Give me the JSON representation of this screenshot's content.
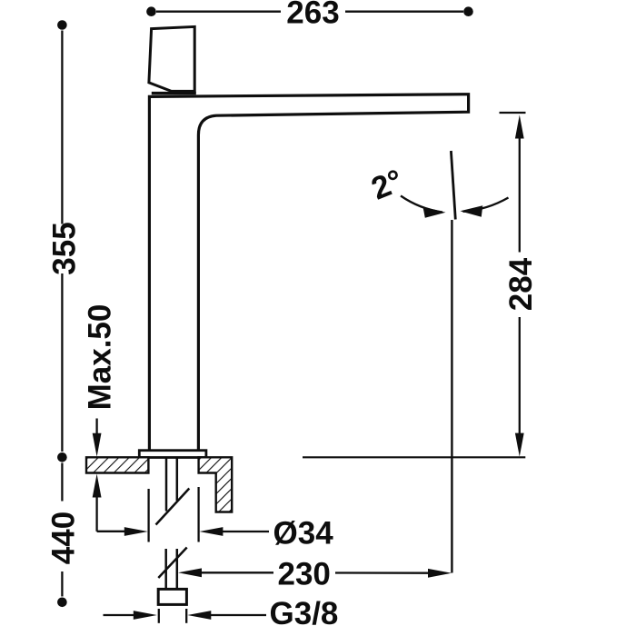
{
  "drawing": {
    "type": "technical-dimension-diagram",
    "subject": "tall single-lever basin mixer tap, side elevation with installation dimensions",
    "colors": {
      "line": "#0e0e0e",
      "background": "#ffffff"
    },
    "labels": {
      "top_width": "263",
      "height_above_deck": "355",
      "max_deck_thickness": "Max.50",
      "total_height": "440",
      "spout_outlet_height": "284",
      "spout_angle": "2°",
      "hole_diameter": "Ø34",
      "spout_reach": "230",
      "connection_thread": "G3/8"
    }
  }
}
